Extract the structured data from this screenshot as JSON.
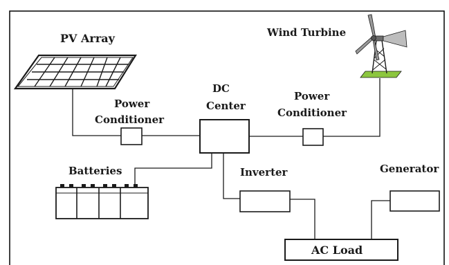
{
  "components": {
    "pv_array": "PV Array",
    "wind_turbine": "Wind Turbine",
    "power_conditioner_left": [
      "Power",
      "Conditioner"
    ],
    "power_conditioner_right": [
      "Power",
      "Conditioner"
    ],
    "dc_center": [
      "DC",
      "Center"
    ],
    "batteries": "Batteries",
    "inverter": "Inverter",
    "generator": "Generator",
    "ac_load": "AC Load"
  },
  "colors": {
    "line": "#1a1a1a",
    "turbine_base": "#8cc63f",
    "frame": "#000000",
    "background": "#ffffff"
  }
}
